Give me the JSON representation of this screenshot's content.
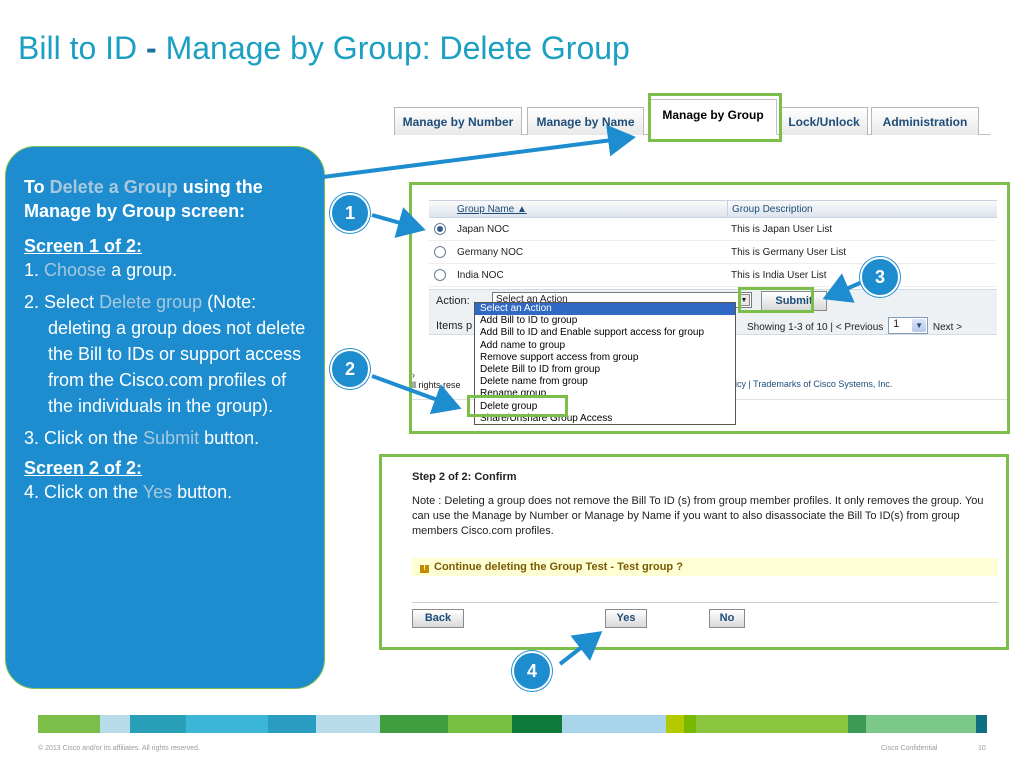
{
  "slide": {
    "title_part1": "Bill to ID",
    "title_sep": "-",
    "title_part2": "Manage by Group: Delete Group",
    "footer_copyright": "© 2013 Cisco and/or its affiliates. All rights reserved.",
    "footer_confidential": "Cisco Confidential",
    "page_number": "10"
  },
  "tabs": [
    {
      "label": "Manage by Number"
    },
    {
      "label": "Manage by Name"
    },
    {
      "label": "Manage by Group",
      "active": true
    },
    {
      "label": "Lock/Unlock"
    },
    {
      "label": "Administration"
    }
  ],
  "panel": {
    "h_to": "To",
    "h_delete": "Delete a Group",
    "h_rest": "using the Manage by Group screen:",
    "screen1": "Screen 1 of 2:",
    "s1_num": "1.",
    "s1_hi": "Choose",
    "s1_rest": "a group.",
    "s2_pre": "2. Select",
    "s2_hi": "Delete group",
    "s2_rest": "(Note: deleting a group does not delete the Bill to IDs or support access from the Cisco.com profiles of the individuals in the group).",
    "s3_pre": "3. Click on the",
    "s3_hi": "Submit",
    "s3_rest": "button.",
    "screen2": "Screen 2 of 2:",
    "s4_pre": "4. Click on the",
    "s4_hi": "Yes",
    "s4_rest": "button."
  },
  "grid": {
    "col_name": "Group Name ▲",
    "col_desc": "Group Description",
    "rows": [
      {
        "name": "Japan NOC",
        "desc": "This is Japan User List",
        "selected": true
      },
      {
        "name": "Germany NOC",
        "desc": "This is Germany User List",
        "selected": false
      },
      {
        "name": "India NOC",
        "desc": "This is India User List",
        "selected": false
      }
    ],
    "action_label": "Action:",
    "select_value": "Select an Action",
    "submit_label": "Submit",
    "items_label": "Items p",
    "showing": "Showing 1-3 of 10",
    "prev": "| < Previous",
    "page_value": "1",
    "next": "Next >",
    "footer_left_mark": "›",
    "footer_left": "ll rights rese",
    "footer_right": "olicy | Trademarks of Cisco Systems, Inc."
  },
  "dropdown": {
    "options": [
      "Select an Action",
      "Add Bill to ID to group",
      "Add Bill to ID and Enable support access for group",
      "Add name to group",
      "Remove support access from group",
      "Delete Bill to ID from group",
      "Delete name from group",
      "Rename group",
      "Delete group",
      "Share/Unshare Group Access"
    ],
    "highlighted_index": 0
  },
  "confirm": {
    "step": "Step 2 of 2: Confirm",
    "note": "Note : Deleting a group does not remove the Bill To ID (s) from group member profiles. It only removes the group. You can use the Manage by Number or Manage by Name if you want to also disassociate the Bill To ID(s) from group members Cisco.com profiles.",
    "warning_icon": "!",
    "warning": "Continue deleting the Group Test - Test group ?",
    "back": "Back",
    "yes": "Yes",
    "no": "No"
  },
  "badges": {
    "b1": "1",
    "b2": "2",
    "b3": "3",
    "b4": "4"
  },
  "colors": {
    "title": "#1ba0c4",
    "panel_blue": "#1d8dd0",
    "highlight_green": "#7bbf4a",
    "panel_hint": "#a8c8de"
  }
}
